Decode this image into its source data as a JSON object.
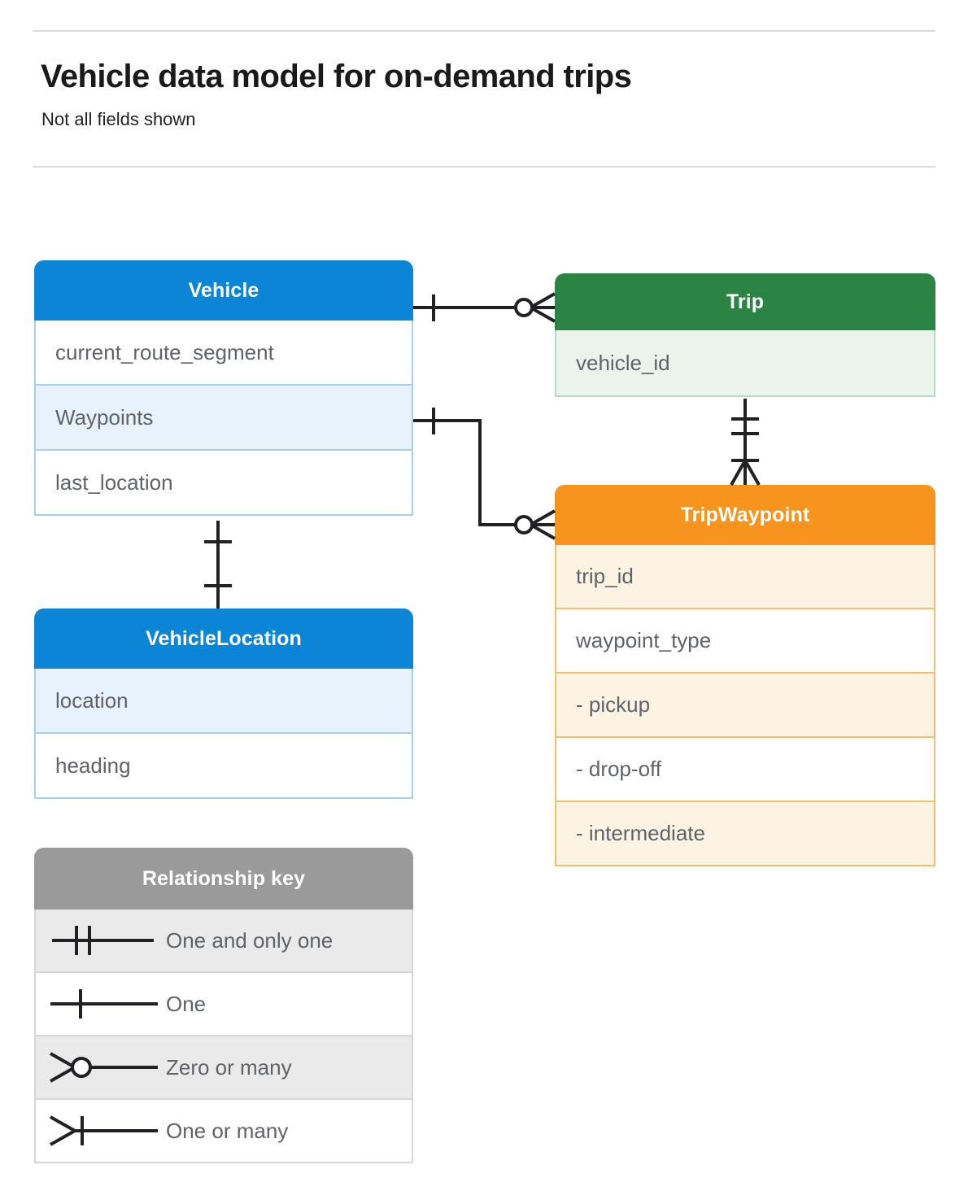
{
  "header": {
    "title": "Vehicle data model for on-demand trips",
    "subtitle": "Not all fields shown"
  },
  "colors": {
    "vehicle_header": "#0b85d6",
    "vehicle_row_alt": "#e8f2fc",
    "vehicle_border": "#a6cff1",
    "trip_header": "#2b8444",
    "trip_row_alt": "#eaf4ec",
    "trip_border": "#b6dcc1",
    "waypoint_header": "#f7941e",
    "waypoint_row_alt": "#fdf3e3",
    "waypoint_border": "#f6c06a",
    "legend_header": "#9a9a9a",
    "legend_row_alt": "#eaeaea",
    "text": "#5f6368",
    "connector": "#202124",
    "rule": "#dadce0"
  },
  "entities": {
    "vehicle": {
      "name": "Vehicle",
      "fields": [
        "current_route_segment",
        "Waypoints",
        "last_location"
      ]
    },
    "vehicle_location": {
      "name": "VehicleLocation",
      "fields": [
        "location",
        "heading"
      ]
    },
    "trip": {
      "name": "Trip",
      "fields": [
        "vehicle_id"
      ]
    },
    "trip_waypoint": {
      "name": "TripWaypoint",
      "fields": [
        "trip_id",
        "waypoint_type",
        "-  pickup",
        "-  drop-off",
        "-  intermediate"
      ]
    }
  },
  "legend": {
    "title": "Relationship key",
    "items": [
      {
        "symbol": "one-and-only-one-symbol",
        "label": "One and only one"
      },
      {
        "symbol": "one-symbol",
        "label": "One"
      },
      {
        "symbol": "zero-or-many-symbol",
        "label": "Zero or many"
      },
      {
        "symbol": "one-or-many-symbol",
        "label": "One or many"
      }
    ]
  },
  "relationships": [
    {
      "name": "vehicle-to-trip",
      "from": "Vehicle",
      "to": "Trip",
      "from_cardinality": "One",
      "to_cardinality": "Zero or many"
    },
    {
      "name": "vehicle-waypoints-to-tripwaypoint",
      "from": "Vehicle.Waypoints",
      "to": "TripWaypoint",
      "from_cardinality": "One",
      "to_cardinality": "Zero or many"
    },
    {
      "name": "trip-to-tripwaypoint",
      "from": "Trip",
      "to": "TripWaypoint",
      "from_cardinality": "One and only one",
      "to_cardinality": "One or many"
    },
    {
      "name": "vehicle-to-vehiclelocation",
      "from": "Vehicle",
      "to": "VehicleLocation",
      "from_cardinality": "One",
      "to_cardinality": "One"
    }
  ]
}
